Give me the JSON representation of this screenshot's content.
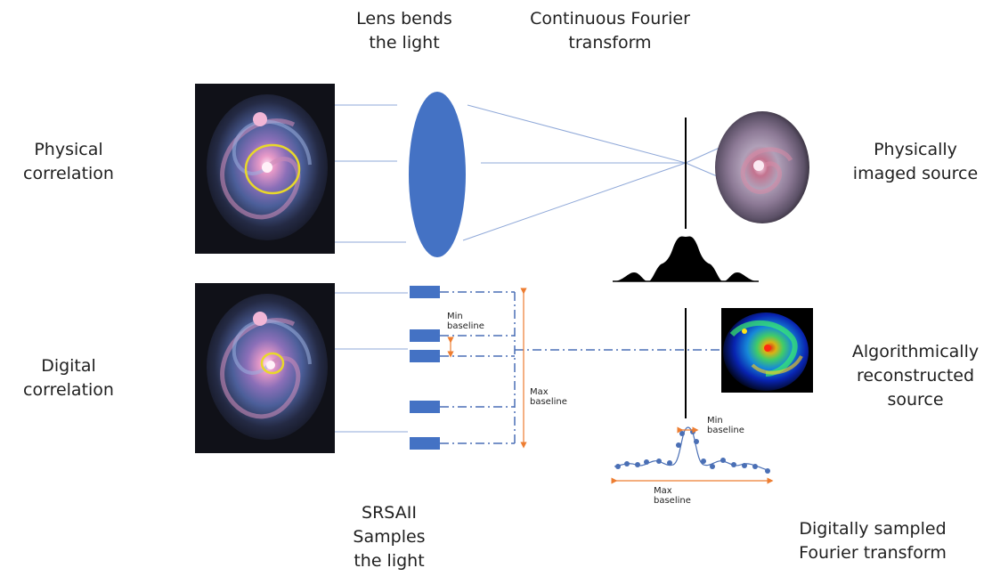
{
  "labels": {
    "lens_bends": [
      "Lens bends",
      "the light"
    ],
    "continuous_ft": [
      "Continuous Fourier",
      "transform"
    ],
    "physical_correlation": [
      "Physical",
      "correlation"
    ],
    "physically_imaged": [
      "Physically",
      "imaged source"
    ],
    "digital_correlation": [
      "Digital",
      "correlation"
    ],
    "algorithmic": [
      "Algorithmically",
      "reconstructed",
      "source"
    ],
    "srsaii": [
      "SRSAII",
      "Samples",
      "the light"
    ],
    "digital_ft": [
      "Digitally sampled",
      "Fourier transform"
    ]
  },
  "annotations": {
    "min_baseline_left": [
      "Min",
      "baseline"
    ],
    "max_baseline_left": [
      "Max",
      "baseline"
    ],
    "min_baseline_right": [
      "Min",
      "baseline"
    ],
    "max_baseline_right": [
      "Max",
      "baseline"
    ]
  },
  "colors": {
    "lens": "#4472c4",
    "beam": "#8fa8d8",
    "dashdot": "#4a6fb5",
    "orange": "#ed7d31",
    "black": "#000000",
    "ring": "#e8d82a"
  }
}
